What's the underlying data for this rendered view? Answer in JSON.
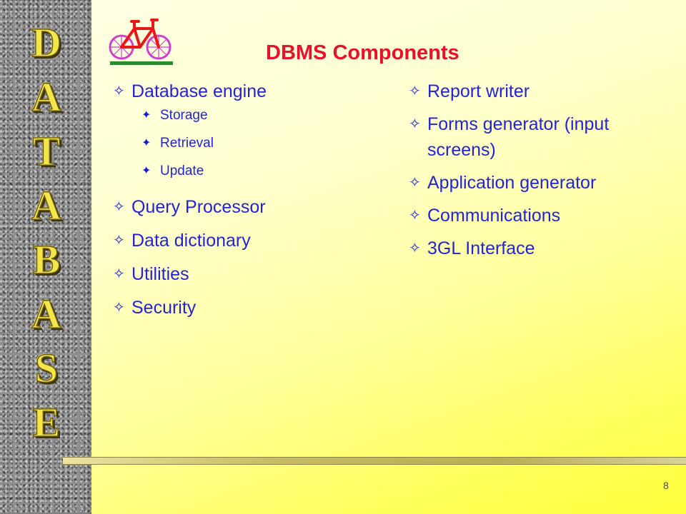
{
  "sidebar": {
    "word_letters": [
      "D",
      "A",
      "T",
      "A",
      "B",
      "A",
      "S",
      "E"
    ]
  },
  "slide": {
    "title": "DBMS Components",
    "page_number": "8",
    "left_column": [
      {
        "label": "Database engine",
        "bullet": "✧",
        "sub_items": [
          {
            "label": "Storage",
            "bullet": "✦"
          },
          {
            "label": "Retrieval",
            "bullet": "✦"
          },
          {
            "label": "Update",
            "bullet": "✦"
          }
        ]
      },
      {
        "label": "Query Processor",
        "bullet": "✧"
      },
      {
        "label": "Data dictionary",
        "bullet": "✧"
      },
      {
        "label": "Utilities",
        "bullet": "✧"
      },
      {
        "label": "Security",
        "bullet": "✧"
      }
    ],
    "right_column": [
      {
        "label": "Report writer",
        "bullet": "✧"
      },
      {
        "label": "Forms generator (input screens)",
        "bullet": "✧"
      },
      {
        "label": "Application generator",
        "bullet": "✧"
      },
      {
        "label": "Communications",
        "bullet": "✧"
      },
      {
        "label": "3GL Interface",
        "bullet": "✧"
      }
    ]
  },
  "icons": {
    "clipart": "bicycle-icon"
  },
  "colors": {
    "title": "#e8102a",
    "bullet_text": "#2323d8",
    "sidebar_letters": "#f2e64a"
  }
}
